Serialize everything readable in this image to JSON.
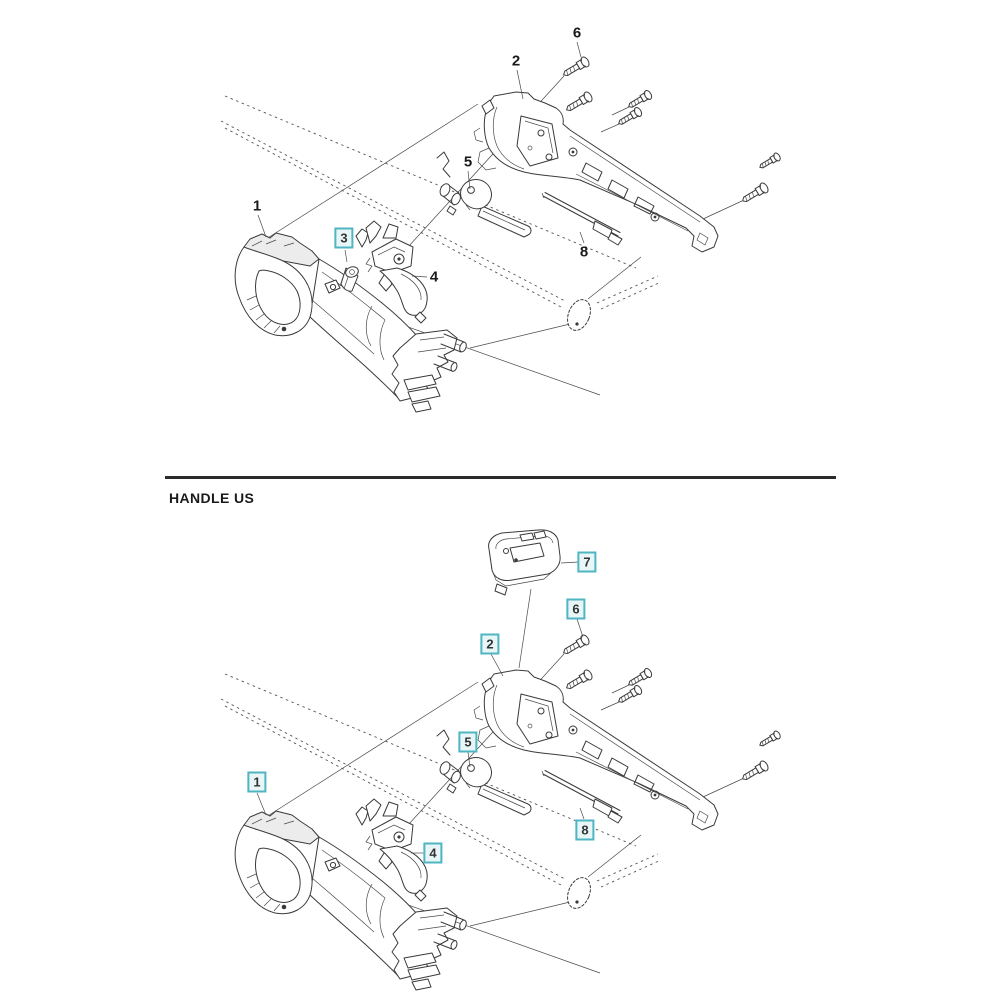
{
  "header": {
    "title": "HANDLE US"
  },
  "colors": {
    "ink": "#3a3a3a",
    "callout_box_border": "#4fb5c2",
    "callout_box_bg": "#e9f6f8",
    "divider": "#2b2b2b",
    "background": "#ffffff"
  },
  "diagrams": {
    "top": {
      "description": "exploded-handle-assembly",
      "callouts": [
        {
          "number": "6",
          "boxed": false
        },
        {
          "number": "2",
          "boxed": false
        },
        {
          "number": "5",
          "boxed": false
        },
        {
          "number": "1",
          "boxed": false
        },
        {
          "number": "3",
          "boxed": true
        },
        {
          "number": "4",
          "boxed": false
        },
        {
          "number": "8",
          "boxed": false
        }
      ]
    },
    "bottom": {
      "description": "exploded-handle-assembly-us",
      "callouts": [
        {
          "number": "7",
          "boxed": true
        },
        {
          "number": "6",
          "boxed": true
        },
        {
          "number": "2",
          "boxed": true
        },
        {
          "number": "5",
          "boxed": true
        },
        {
          "number": "1",
          "boxed": true
        },
        {
          "number": "4",
          "boxed": true
        },
        {
          "number": "8",
          "boxed": true
        }
      ]
    }
  }
}
